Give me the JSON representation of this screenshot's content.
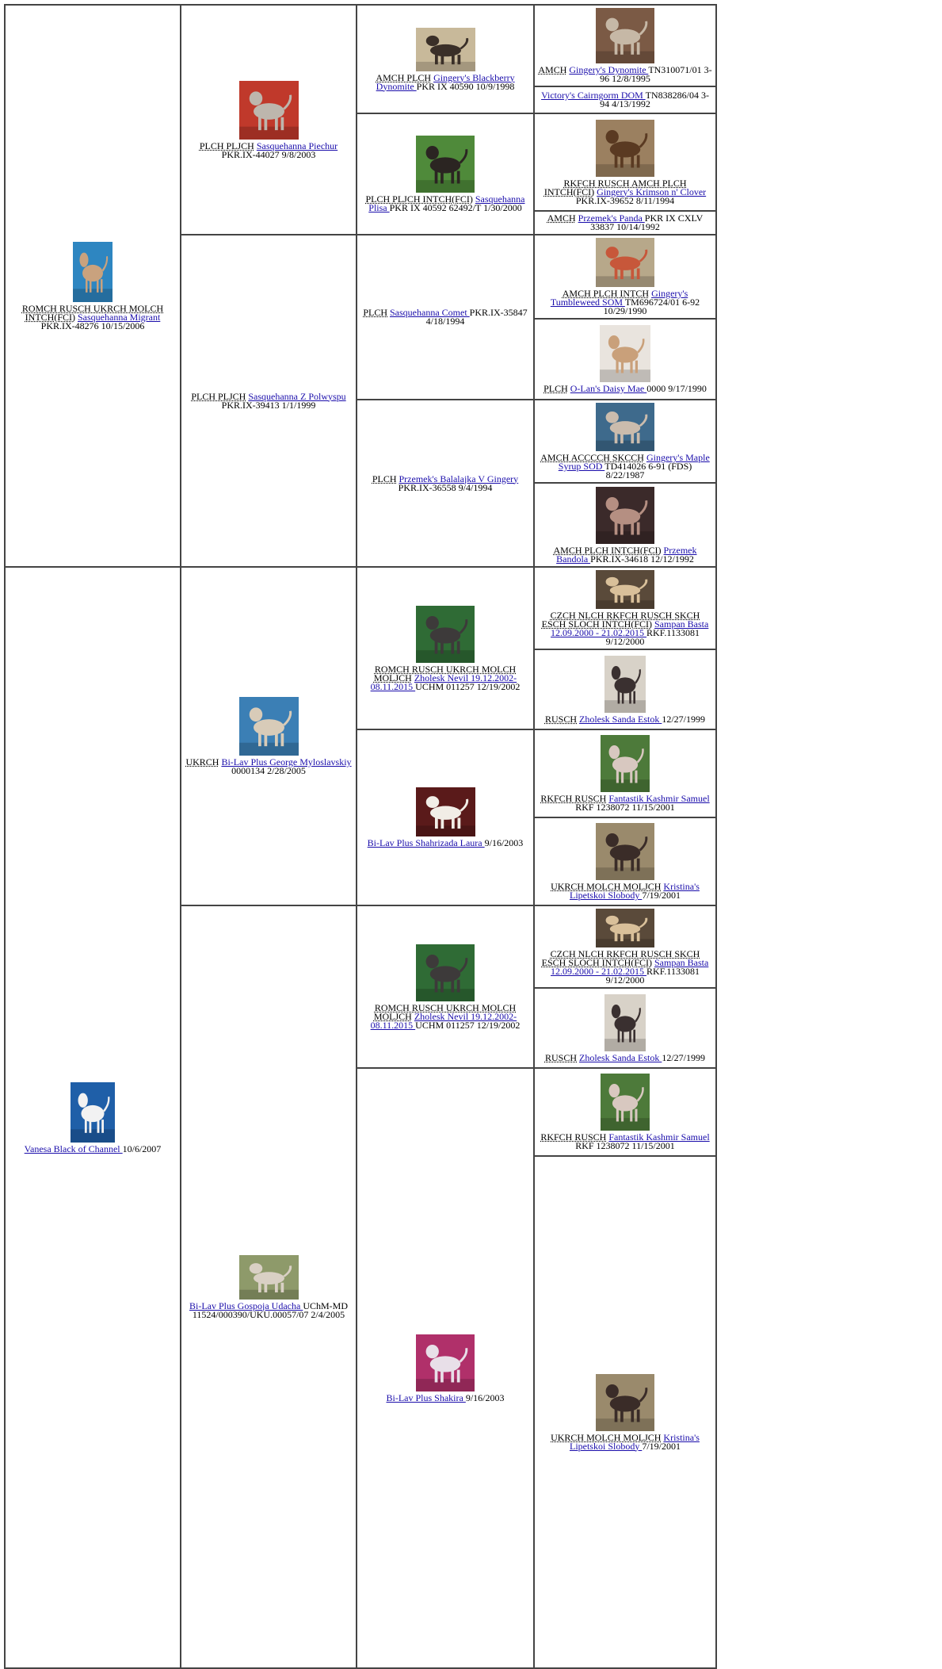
{
  "generations": [
    [
      {
        "title": "ROMCH RUSCH UKRCH MOLCH INTCH(FCI)",
        "name": "Sasquehanna Migrant",
        "reg": "PKR.IX-48276 10/15/2006",
        "photo": {
          "bg": "#2e86c1",
          "dog": "#c9a27e"
        }
      },
      {
        "title": "",
        "name": "Vanesa Black of Channel",
        "reg": "10/6/2007",
        "photo": {
          "bg": "#1f5fa8",
          "dog": "#f2f2f2"
        }
      }
    ],
    [
      {
        "title": "PLCH PLJCH",
        "name": "Sasquehanna Piechur",
        "reg": "PKR.IX-44027 9/8/2003",
        "photo": {
          "bg": "#c0392b",
          "dog": "#bdb6ad"
        }
      },
      {
        "title": "PLCH PLJCH",
        "name": "Sasquehanna Z Polwyspu",
        "reg": "PKR.IX-39413 1/1/1999",
        "photo": null
      },
      {
        "title": "UKRCH",
        "name": "Bi-Lav Plus George Myloslavskiy",
        "reg": "0000134 2/28/2005",
        "photo": {
          "bg": "#3b7fb5",
          "dog": "#d8cbb8"
        }
      },
      {
        "title": "",
        "name": "Bi-Lav Plus Gospoja Udacha",
        "reg": "UChM-MD 11524/000390/UKU.00057/07 2/4/2005",
        "photo": {
          "bg": "#8e9a6a",
          "dog": "#d9d0c4"
        }
      }
    ],
    [
      {
        "title": "AMCH PLCH",
        "name": "Gingery's Blackberry Dynomite",
        "reg": "PKR IX 40590 10/9/1998",
        "photo": {
          "bg": "#c8b99a",
          "dog": "#3a2f28"
        }
      },
      {
        "title": "PLCH PLJCH INTCH(FCI)",
        "name": "Sasquehanna Plisa",
        "reg": "PKR IX 40592 62492/T 1/30/2000",
        "photo": {
          "bg": "#4f8a3a",
          "dog": "#2b2522"
        }
      },
      {
        "title": "PLCH",
        "name": "Sasquehanna Comet",
        "reg": "PKR.IX-35847 4/18/1994",
        "photo": null
      },
      {
        "title": "PLCH",
        "name": "Przemek's Balalajka V Gingery",
        "reg": "PKR.IX-36558 9/4/1994",
        "photo": null
      },
      {
        "title": "ROMCH RUSCH UKRCH MOLCH MOLJCH",
        "name": "Zholesk Nevil 19.12.2002-08.11.2015",
        "reg": "UCHM 011257 12/19/2002",
        "photo": {
          "bg": "#2f6b35",
          "dog": "#3d3a3a"
        }
      },
      {
        "title": "",
        "name": "Bi-Lav Plus Shahrizada Laura",
        "reg": "9/16/2003",
        "photo": {
          "bg": "#5a1a1a",
          "dog": "#f1ede6"
        }
      },
      {
        "title": "ROMCH RUSCH UKRCH MOLCH MOLJCH",
        "name": "Zholesk Nevil 19.12.2002-08.11.2015",
        "reg": "UCHM 011257 12/19/2002",
        "photo": {
          "bg": "#2f6b35",
          "dog": "#3d3a3a"
        }
      },
      {
        "title": "",
        "name": "Bi-Lav Plus Shakira",
        "reg": "9/16/2003",
        "photo": {
          "bg": "#b0306a",
          "dog": "#e8dfe8"
        }
      }
    ],
    [
      {
        "title": "AMCH",
        "name": "Gingery's Dynomite",
        "reg": "TN310071/01 3-96 12/8/1995",
        "photo": {
          "bg": "#7b5a45",
          "dog": "#c6b8a6"
        }
      },
      {
        "title": "",
        "name": "Victory's Cairngorm DOM",
        "reg": "TN838286/04 3-94 4/13/1992",
        "photo": null
      },
      {
        "title": "RKFCH RUSCH AMCH PLCH INTCH(FCI)",
        "name": "Gingery's Krimson n' Clover",
        "reg": "PKR.IX-39652 8/11/1994",
        "photo": {
          "bg": "#9b8060",
          "dog": "#5a3a22"
        }
      },
      {
        "title": "AMCH",
        "name": "Przemek's Panda",
        "reg": "PKR IX CXLV 33837 10/14/1992",
        "photo": null
      },
      {
        "title": "AMCH PLCH INTCH",
        "name": "Gingery's Tumbleweed SOM",
        "reg": "TM696724/01 6-92 10/29/1990",
        "photo": {
          "bg": "#b7a88a",
          "dog": "#c7573a"
        }
      },
      {
        "title": "PLCH",
        "name": "O-Lan's Daisy Mae",
        "reg": "0000 9/17/1990",
        "photo": {
          "bg": "#e9e4de",
          "dog": "#c9a07a"
        }
      },
      {
        "title": "AMCH ACCCCH SKCCH",
        "name": "Gingery's Maple Syrup SOD",
        "reg": "TD414026 6-91 (FDS) 8/22/1987",
        "photo": {
          "bg": "#3e6a8c",
          "dog": "#cbbcad"
        }
      },
      {
        "title": "AMCH PLCH INTCH(FCI)",
        "name": "Przemek Bandola",
        "reg": "PKR.IX-34618 12/12/1992",
        "photo": {
          "bg": "#3b2a2a",
          "dog": "#b58f82"
        }
      },
      {
        "title": "CZCH NLCH RKFCH RUSCH SKCH ESCH SLOCH INTCH(FCI)",
        "name": "Sampan Basta 12.09.2000 - 21.02.2015",
        "reg": "RKF.1133081 9/12/2000",
        "photo": {
          "bg": "#5a4a3a",
          "dog": "#d9c09a"
        }
      },
      {
        "title": "RUSCH",
        "name": "Zholesk Sanda Estok",
        "reg": "12/27/1999",
        "photo": {
          "bg": "#d8d2c8",
          "dog": "#3a3030"
        }
      },
      {
        "title": "RKFCH RUSCH",
        "name": "Fantastik Kashmir Samuel",
        "reg": "RKF 1238072 11/15/2001",
        "photo": {
          "bg": "#4d7a3a",
          "dog": "#d8c8c0"
        }
      },
      {
        "title": "UKRCH MOLCH MOLJCH",
        "name": "Kristina's Lipetskoi Slobody",
        "reg": "7/19/2001",
        "photo": {
          "bg": "#9a8a6c",
          "dog": "#3a2c28"
        }
      },
      {
        "title": "CZCH NLCH RKFCH RUSCH SKCH ESCH SLOCH INTCH(FCI)",
        "name": "Sampan Basta 12.09.2000 - 21.02.2015",
        "reg": "RKF.1133081 9/12/2000",
        "photo": {
          "bg": "#5a4a3a",
          "dog": "#d9c09a"
        }
      },
      {
        "title": "RUSCH",
        "name": "Zholesk Sanda Estok",
        "reg": "12/27/1999",
        "photo": {
          "bg": "#d8d2c8",
          "dog": "#3a3030"
        }
      },
      {
        "title": "RKFCH RUSCH",
        "name": "Fantastik Kashmir Samuel",
        "reg": "RKF 1238072 11/15/2001",
        "photo": {
          "bg": "#4d7a3a",
          "dog": "#d8c8c0"
        }
      },
      {
        "title": "UKRCH MOLCH MOLJCH",
        "name": "Kristina's Lipetskoi Slobody",
        "reg": "7/19/2001",
        "photo": {
          "bg": "#9a8a6c",
          "dog": "#3a2c28"
        }
      }
    ]
  ],
  "colors": {
    "link": "#1a0dab",
    "border": "#444444"
  }
}
